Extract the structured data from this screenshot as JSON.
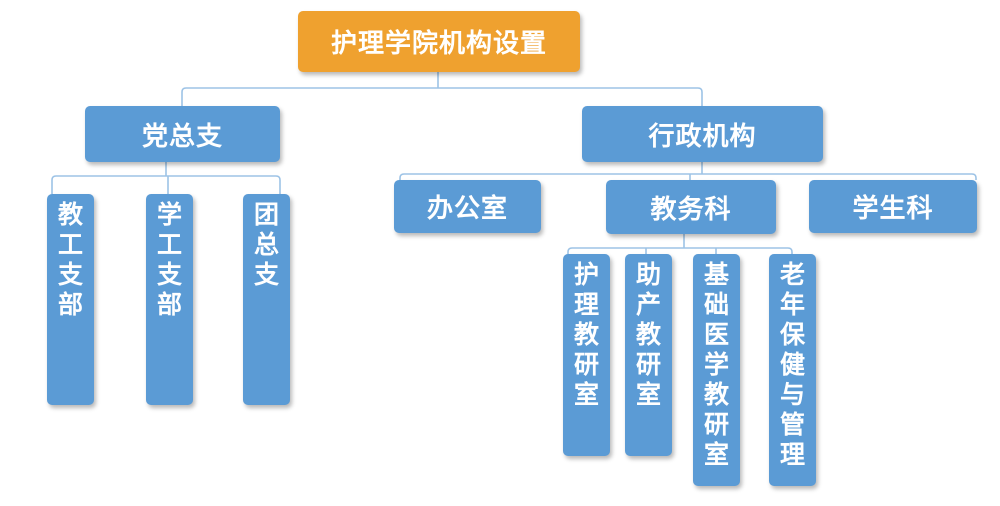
{
  "root": {
    "label": "护理学院机构设置"
  },
  "party": {
    "label": "党总支",
    "children": [
      {
        "label": "教工支部"
      },
      {
        "label": "学工支部"
      },
      {
        "label": "团总支"
      }
    ]
  },
  "admin": {
    "label": "行政机构",
    "children": [
      {
        "label": "办公室"
      },
      {
        "label": "教务科"
      },
      {
        "label": "学生科"
      }
    ],
    "academic_affairs_children": [
      {
        "label": "护理教研室"
      },
      {
        "label": "助产教研室"
      },
      {
        "label": "基础医学教研室"
      },
      {
        "label": "老年保健与管理"
      }
    ]
  },
  "colors": {
    "root": "#efa12f",
    "node": "#5b9bd5",
    "connector": "#9dc3e6"
  }
}
